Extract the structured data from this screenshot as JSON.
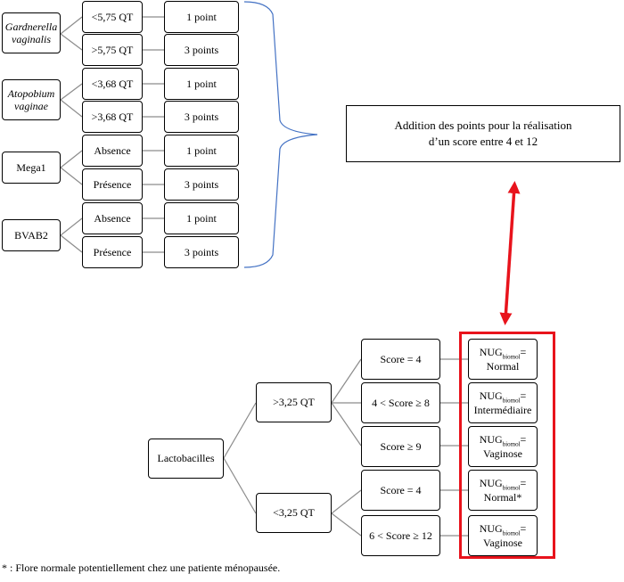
{
  "species": [
    {
      "name": "Gardnerella vaginalis",
      "italic": true,
      "lines": [
        "Gardnerella",
        "vaginalis"
      ],
      "options": [
        {
          "label": "<5,75 QT",
          "points": "1 point"
        },
        {
          "label": ">5,75 QT",
          "points": "3 points"
        }
      ]
    },
    {
      "name": "Atopobium vaginae",
      "italic": true,
      "lines": [
        "Atopobium",
        "vaginae"
      ],
      "options": [
        {
          "label": "<3,68 QT",
          "points": "1 point"
        },
        {
          "label": ">3,68 QT",
          "points": "3 points"
        }
      ]
    },
    {
      "name": "Mega1",
      "italic": false,
      "lines": [
        "Mega1"
      ],
      "options": [
        {
          "label": "Absence",
          "points": "1 point"
        },
        {
          "label": "Présence",
          "points": "3 points"
        }
      ]
    },
    {
      "name": "BVAB2",
      "italic": false,
      "lines": [
        "BVAB2"
      ],
      "options": [
        {
          "label": "Absence",
          "points": "1 point"
        },
        {
          "label": "Présence",
          "points": "3 points"
        }
      ]
    }
  ],
  "addition": {
    "line1": "Addition des points pour la réalisation",
    "line2": "d’un score entre 4 et 12"
  },
  "lacto": {
    "root": "Lactobacilles",
    "branches": [
      {
        "label": ">3,25 QT",
        "scores": [
          "Score = 4",
          "4 < Score ≥ 8",
          "Score ≥ 9"
        ]
      },
      {
        "label": "<3,25 QT",
        "scores": [
          "Score = 4",
          "6 < Score ≥ 12"
        ]
      }
    ],
    "results": [
      {
        "prefix": "NUG",
        "sub": "biomol",
        "suffix": "=",
        "value": "Normal"
      },
      {
        "prefix": "NUG",
        "sub": "biomol",
        "suffix": "=",
        "value": "Intermédiaire"
      },
      {
        "prefix": "NUG",
        "sub": "biomol",
        "suffix": "=",
        "value": "Vaginose"
      },
      {
        "prefix": "NUG",
        "sub": "biomol",
        "suffix": "=",
        "value": "Normal*"
      },
      {
        "prefix": "NUG",
        "sub": "biomol",
        "suffix": "=",
        "value": "Vaginose"
      }
    ]
  },
  "footnote": "* : Flore normale potentiellement chez une patiente ménopausée.",
  "colors": {
    "brace": "#4472c4",
    "arrow": "#e8131c",
    "highlight": "#e8131c",
    "connector": "#8c8c8c"
  }
}
